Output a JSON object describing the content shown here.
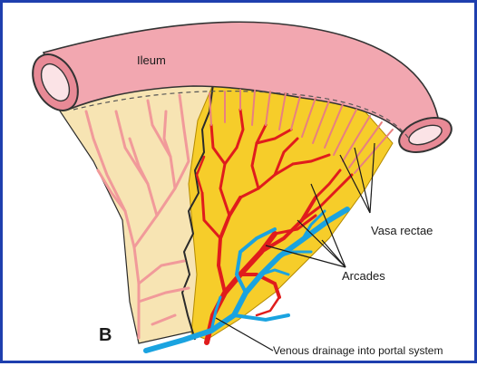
{
  "panel_letter": "B",
  "labels": {
    "ileum": "Ileum",
    "vasa_rectae": "Vasa rectae",
    "arcades": "Arcades",
    "venous_drainage": "Venous drainage into portal system"
  },
  "colors": {
    "frame": "#1e3fae",
    "ileum_wall": "#f2a7b0",
    "mesentery_pale": "#f7e4b3",
    "mesentery_fat": "#f6cd2a",
    "artery": "#e01c1c",
    "artery_pale": "#f19a9a",
    "vein": "#1aa3e0"
  }
}
